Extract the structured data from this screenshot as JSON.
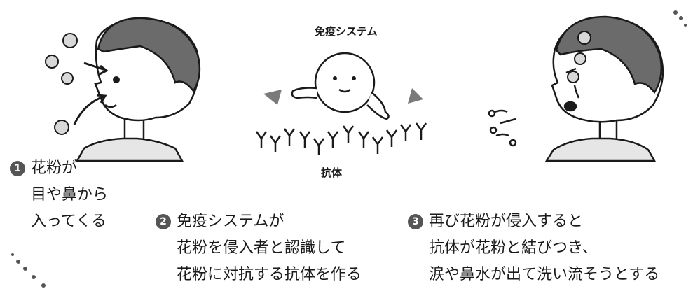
{
  "labels": {
    "immune_system": "免疫システム",
    "antibody": "抗体"
  },
  "steps": [
    {
      "number": "1",
      "lines": [
        "花粉が",
        "目や鼻から",
        "入ってくる"
      ]
    },
    {
      "number": "2",
      "lines": [
        "免疫システムが",
        "花粉を侵入者と認識して",
        "花粉に対抗する抗体を作る"
      ]
    },
    {
      "number": "3",
      "lines": [
        "再び花粉が侵入すると",
        "抗体が花粉と結びつき、",
        "涙や鼻水が出て洗い流そうとする"
      ]
    }
  ],
  "colors": {
    "line": "#1a1a1a",
    "hair": "#6b6b6b",
    "shirt": "#e6e6e6",
    "badge": "#555555"
  }
}
